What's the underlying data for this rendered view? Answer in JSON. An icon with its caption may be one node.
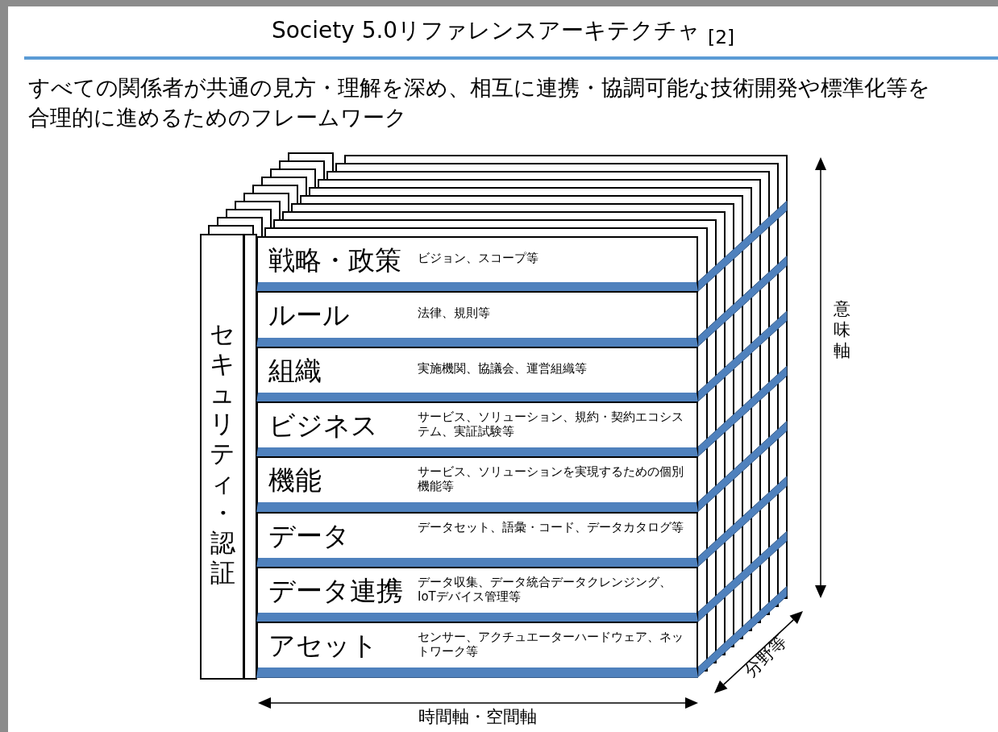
{
  "diagram": {
    "title": "Society 5.0リファレンスアーキテクチャ $_{[2]}$",
    "nodes": [
      {
        "text": [
          "セキュリティ・認証"
        ]
      },
      {
        "text": [
          "戦略・政策",
          "ビジョン、スコープ等"
        ]
      },
      {
        "text": [
          "ルール",
          "法律、規則等"
        ]
      },
      {
        "text": [
          "組織",
          "実施機関、協議会、運営組織等"
        ]
      },
      {
        "text": [
          "ビジネス",
          "サービス、ソリューション、規約・契約エコシステム、実証試験等"
        ]
      },
      {
        "text": [
          "機能",
          "サービス、ソリューションを実現するための個別機能等"
        ]
      },
      {
        "text": [
          "データ",
          "データセット、語彙・コード、データカタログ等"
        ]
      },
      {
        "text": [
          "データ連携",
          "データ収集、データ統合データクレンジング、IoTデバイス管理等"
        ]
      },
      {
        "text": [
          "アセット",
          "センサー、アクチュエーターハードウェア、ネットワーク等"
        ]
      }
    ],
    "labels": [
      "すべての関係者が共通の見方・理解を深め、相互に連携・協調可能な技術開発や標準化等を合理的に進めるためのフレームワーク",
      "意味軸",
      "分野等",
      "時間軸・空間軸"
    ]
  }
}
